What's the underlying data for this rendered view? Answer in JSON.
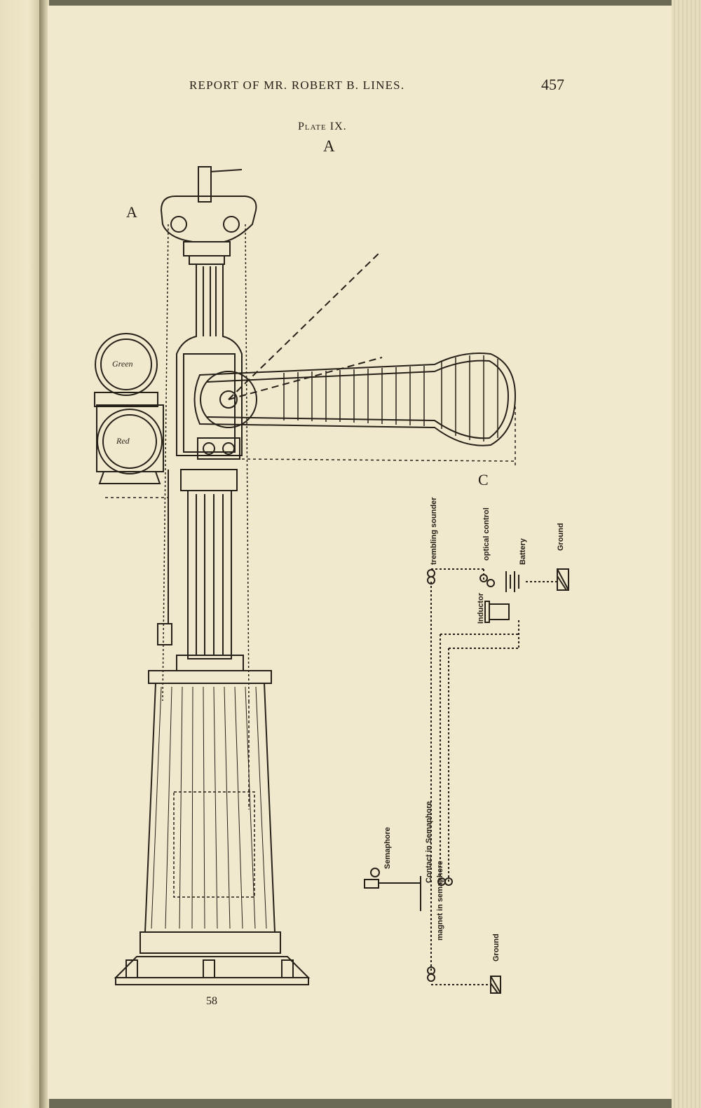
{
  "header": {
    "running_title": "REPORT OF MR. ROBERT B. LINES.",
    "page_number": "457"
  },
  "plate": {
    "title": "Plate IX.",
    "letter_top": "A"
  },
  "figures": {
    "label_a": "A",
    "label_c": "C"
  },
  "lamps": {
    "upper": "Green",
    "lower": "Red"
  },
  "circuit_labels": {
    "trembling_sounder": "trembling sounder",
    "optical_control": "optical control",
    "battery": "Battery",
    "ground_top": "Ground",
    "inductor": "Inductor",
    "semaphore": "Semaphore",
    "contact_in_semaphore": "Contact in Semaphore",
    "magnet_in_semaphore": "magnet in semaphore",
    "ground_bottom": "Ground"
  },
  "footer": {
    "signature_number": "58"
  },
  "colors": {
    "paper": "#f1e9cd",
    "ink": "#262119"
  }
}
